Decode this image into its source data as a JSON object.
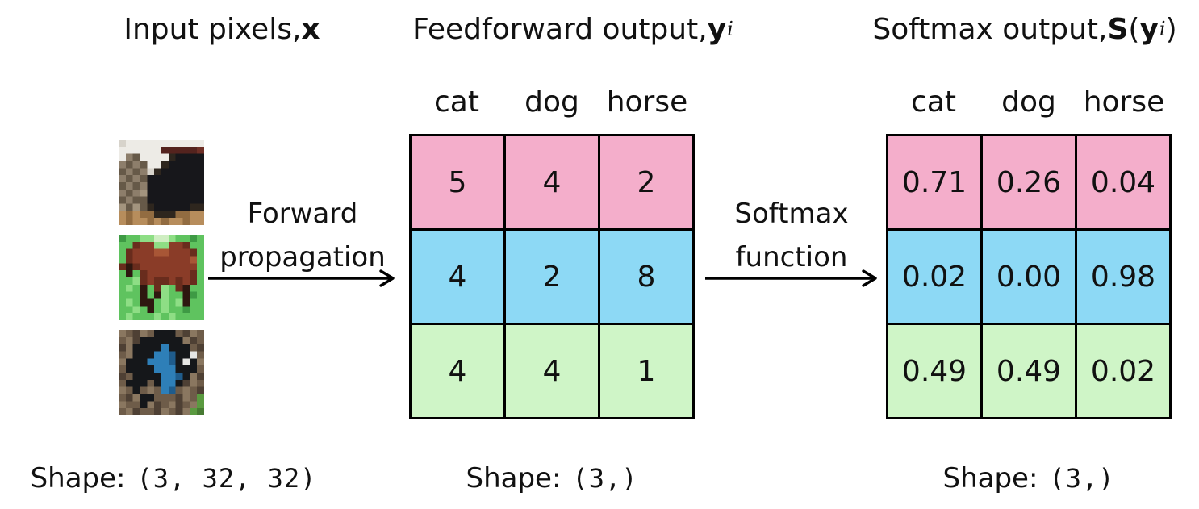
{
  "titles": {
    "input": {
      "text": "Input pixels,",
      "math": "x"
    },
    "feedforward": {
      "text": "Feedforward output,",
      "math": "y",
      "sub": "i"
    },
    "softmax": {
      "text": "Softmax output,",
      "math_fn": "S",
      "paren_open": "(",
      "math": "y",
      "sub": "i",
      "paren_close": ")"
    }
  },
  "arrows": [
    {
      "lines": [
        "Forward",
        "propagation"
      ]
    },
    {
      "lines": [
        "Softmax",
        "function"
      ]
    }
  ],
  "row_colors": {
    "row1": "#f4aecb",
    "row2": "#8dd9f5",
    "row3": "#cff5c7"
  },
  "tables": {
    "feedforward": {
      "headers": [
        "cat",
        "dog",
        "horse"
      ],
      "rows": [
        {
          "color": "#f4aecb",
          "cells": [
            "5",
            "4",
            "2"
          ]
        },
        {
          "color": "#8dd9f5",
          "cells": [
            "4",
            "2",
            "8"
          ]
        },
        {
          "color": "#cff5c7",
          "cells": [
            "4",
            "4",
            "1"
          ]
        }
      ],
      "shape_label": "Shape:",
      "shape_value": "(3,)"
    },
    "softmax": {
      "headers": [
        "cat",
        "dog",
        "horse"
      ],
      "rows": [
        {
          "color": "#f4aecb",
          "cells": [
            "0.71",
            "0.26",
            "0.04"
          ]
        },
        {
          "color": "#8dd9f5",
          "cells": [
            "0.02",
            "0.00",
            "0.98"
          ]
        },
        {
          "color": "#cff5c7",
          "cells": [
            "0.49",
            "0.49",
            "0.02"
          ]
        }
      ],
      "shape_label": "Shape:",
      "shape_value": "(3,)"
    }
  },
  "input_panel": {
    "shape_label": "Shape:",
    "shape_value": "(3, 32, 32)"
  },
  "images": [
    {
      "name": "cat",
      "palette": {
        "W": "#edebe6",
        "w": "#d7d3cb",
        "R": "#54231e",
        "r": "#6e2f26",
        "G": "#8d7e6b",
        "g": "#665948",
        "s": "#a3947e",
        "K": "#17171b",
        "k": "#2e261e",
        "T": "#b78d5c",
        "t": "#926c41"
      },
      "rows": [
        "wWWWWWWWWWWW",
        "WWWWWWRRRRRr",
        "WGgWWWWkKKKK",
        "GgGgWWkKKKKK",
        "gGgGwkKKKKKK",
        "GgGgKKKKKKKK",
        "gGgGKKKKKKKK",
        "GgGsKKKKKKKK",
        "gGggKKKKKKKK",
        "sgsgkKKKKKkk",
        "TtTttkkkttTT",
        "TtTTtTtTTtTT"
      ]
    },
    {
      "name": "horse",
      "palette": {
        "L": "#8ede85",
        "l": "#5fc35f",
        "d": "#3e9a44",
        "w": "#cfeec2",
        "B": "#8a3c28",
        "b": "#692c1d",
        "M": "#a85636",
        "D": "#2e1710"
      },
      "rows": [
        "dllLLwwLlldl",
        "llbBBLLBBbll",
        "lbBBBMMBBBbl",
        "lbBBBBBBBBMl",
        "bDbBBBBBBBBl",
        "lDlbBBBBBBbl",
        "llLbBbbBbBbl",
        "lLlDlbLlbDll",
        "lllDlDLllDdl",
        "lLlDDlLlLDll",
        "llLlDlLlldll",
        "lLlllLlLllll"
      ]
    },
    {
      "name": "dog",
      "palette": {
        "n": "#6e5c49",
        "m": "#8a7760",
        "o": "#4e4034",
        "K": "#15171a",
        "B": "#2e7fb8",
        "b": "#1f5c8c",
        "W": "#e6e6e4",
        "G": "#5a9a40",
        "g": "#477a32"
      },
      "rows": [
        "mnomnKKKnomn",
        "nmoKKKKKKmon",
        "omKKKKBKKKno",
        "nmKKKBBbKKWn",
        "mKKKBBBbKWKm",
        "nKKKKBBBKKKn",
        "onKKKKBBbKmo",
        "nKKKnKBBKomn",
        "mnKnmnBbnmno",
        "nomKKnnnomnG",
        "mnnKmonmonmG",
        "nmonnomnomGg"
      ]
    }
  ]
}
